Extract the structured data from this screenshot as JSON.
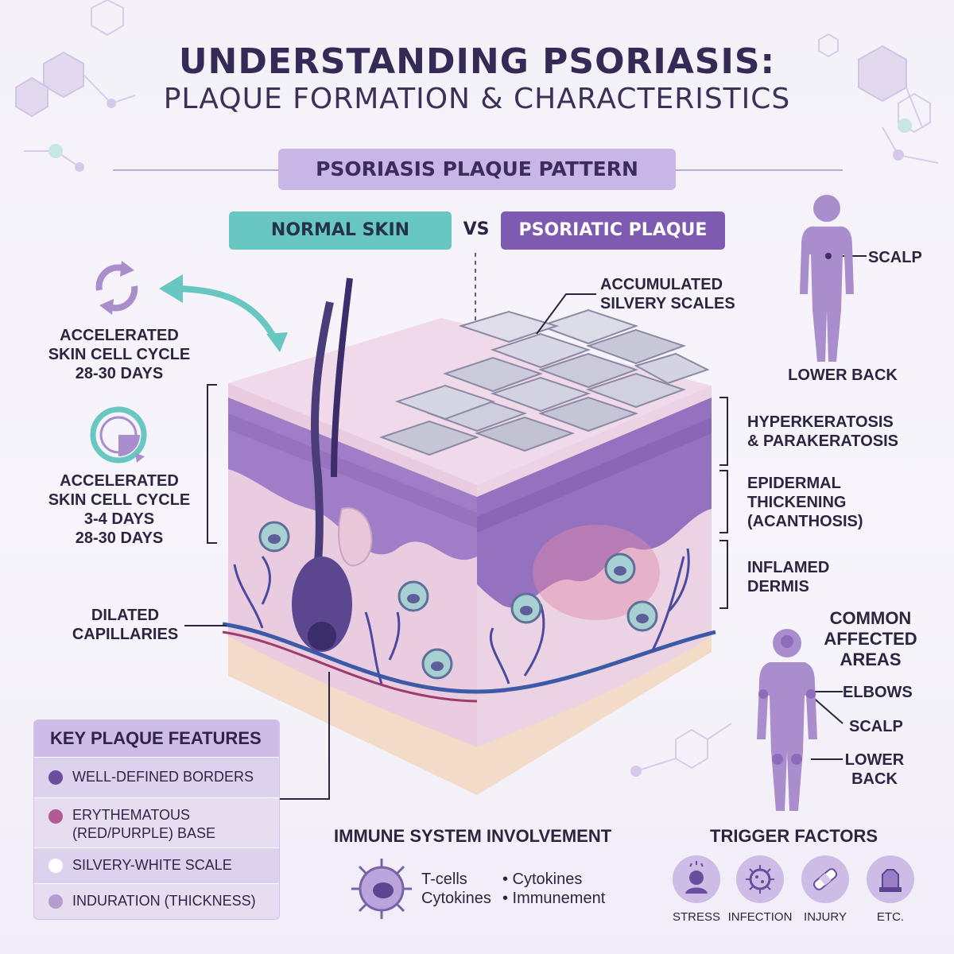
{
  "title": {
    "line1": "UNDERSTANDING PSORIASIS:",
    "line2": "PLAQUE FORMATION & CHARACTERISTICS"
  },
  "section_pill": "PSORIASIS PLAQUE PATTERN",
  "comparison": {
    "normal": "NORMAL SKIN",
    "vs": "VS",
    "plaque": "PSORIATIC PLAQUE"
  },
  "left": {
    "cycle1": {
      "line1": "ACCELERATED",
      "line2": "SKIN CELL CYCLE",
      "line3": "28-30 DAYS"
    },
    "cycle2": {
      "line1": "ACCELERATED",
      "line2": "SKIN CELL CYCLE",
      "line3": "3-4 DAYS",
      "line4": "28-30 DAYS"
    },
    "capillaries": {
      "line1": "DILATED",
      "line2": "CAPILLARIES"
    }
  },
  "callouts": {
    "scales": {
      "line1": "ACCUMULATED",
      "line2": "SILVERY SCALES"
    },
    "hyper": {
      "line1": "HYPERKERATOSIS",
      "line2": "& PARAKERATOSIS"
    },
    "epidermal": {
      "line1": "EPIDERMAL",
      "line2": "THICKENING",
      "line3": "(ACANTHOSIS)"
    },
    "dermis": {
      "line1": "INFLAMED",
      "line2": "DERMIS"
    }
  },
  "body_top": {
    "scalp": "SCALP",
    "lower_back": "LOWER BACK"
  },
  "body_bottom": {
    "heading": {
      "line1": "COMMON",
      "line2": "AFFECTED",
      "line3": "AREAS"
    },
    "elbows": "ELBOWS",
    "scalp": "SCALP",
    "lower": "LOWER",
    "back": "BACK"
  },
  "key_features": {
    "title": "KEY PLAQUE FEATURES",
    "items": [
      {
        "label": "WELL-DEFINED BORDERS",
        "color": "#6a4d9c"
      },
      {
        "label": "ERYTHEMATOUS",
        "label2": "(RED/PURPLE) BASE",
        "color": "#b25a93"
      },
      {
        "label": "SILVERY-WHITE SCALE",
        "color": "#ffffff"
      },
      {
        "label": "INDURATION (THICKNESS)",
        "color": "#b59bcf"
      }
    ]
  },
  "immune": {
    "title": "IMMUNE SYSTEM INVOLVEMENT",
    "col1": {
      "line1": "T-cells",
      "line2": "Cytokines"
    },
    "col2": {
      "line1": "• Cytokines",
      "line2": "• Immunement"
    }
  },
  "triggers": {
    "title": "TRIGGER FACTORS",
    "items": [
      "STRESS",
      "INFECTION",
      "INJURY",
      "ETC."
    ]
  },
  "colors": {
    "teal": "#69c7c1",
    "purple": "#7e5bb0",
    "lavender": "#c8b6e6",
    "skin": "#e9cfe2"
  }
}
